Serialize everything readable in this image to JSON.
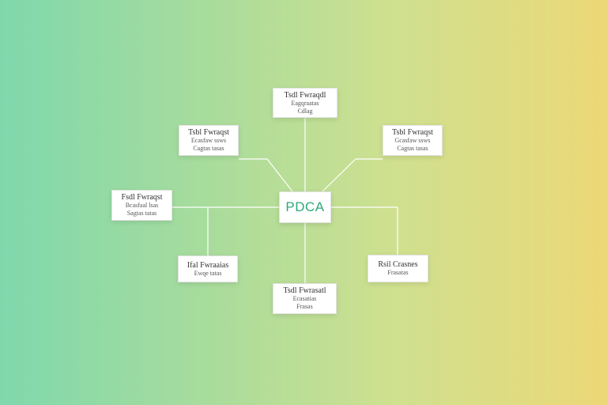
{
  "diagram": {
    "center": {
      "label": "PDCA",
      "color": "#2eaa78"
    },
    "nodes": [
      {
        "id": "top",
        "lines": [
          "Tsdl Fwraqdl",
          "Eagqraatas",
          "Cdlag"
        ]
      },
      {
        "id": "upper-left",
        "lines": [
          "Tsbl Fwraqst",
          "Ecasfaw ssws",
          "Cagtas tasas"
        ]
      },
      {
        "id": "upper-right",
        "lines": [
          "Tsbl Fwraqst",
          "Gcasfaw ssws",
          "Cagtas tasas"
        ]
      },
      {
        "id": "middle-left",
        "lines": [
          "Fsdl Fwraqst",
          "Bcasfaal lsas",
          "Sagtas tatas"
        ]
      },
      {
        "id": "lower-left",
        "lines": [
          "Ifal Fwraaias",
          "Ewqe tatas"
        ]
      },
      {
        "id": "lower-right",
        "lines": [
          "Rsil Crasnes",
          "Frasatas"
        ]
      },
      {
        "id": "bottom",
        "lines": [
          "Tsdl Fwrasatl",
          "Ecasatias",
          "Frasas"
        ]
      }
    ],
    "line_color": "#ffffff"
  }
}
